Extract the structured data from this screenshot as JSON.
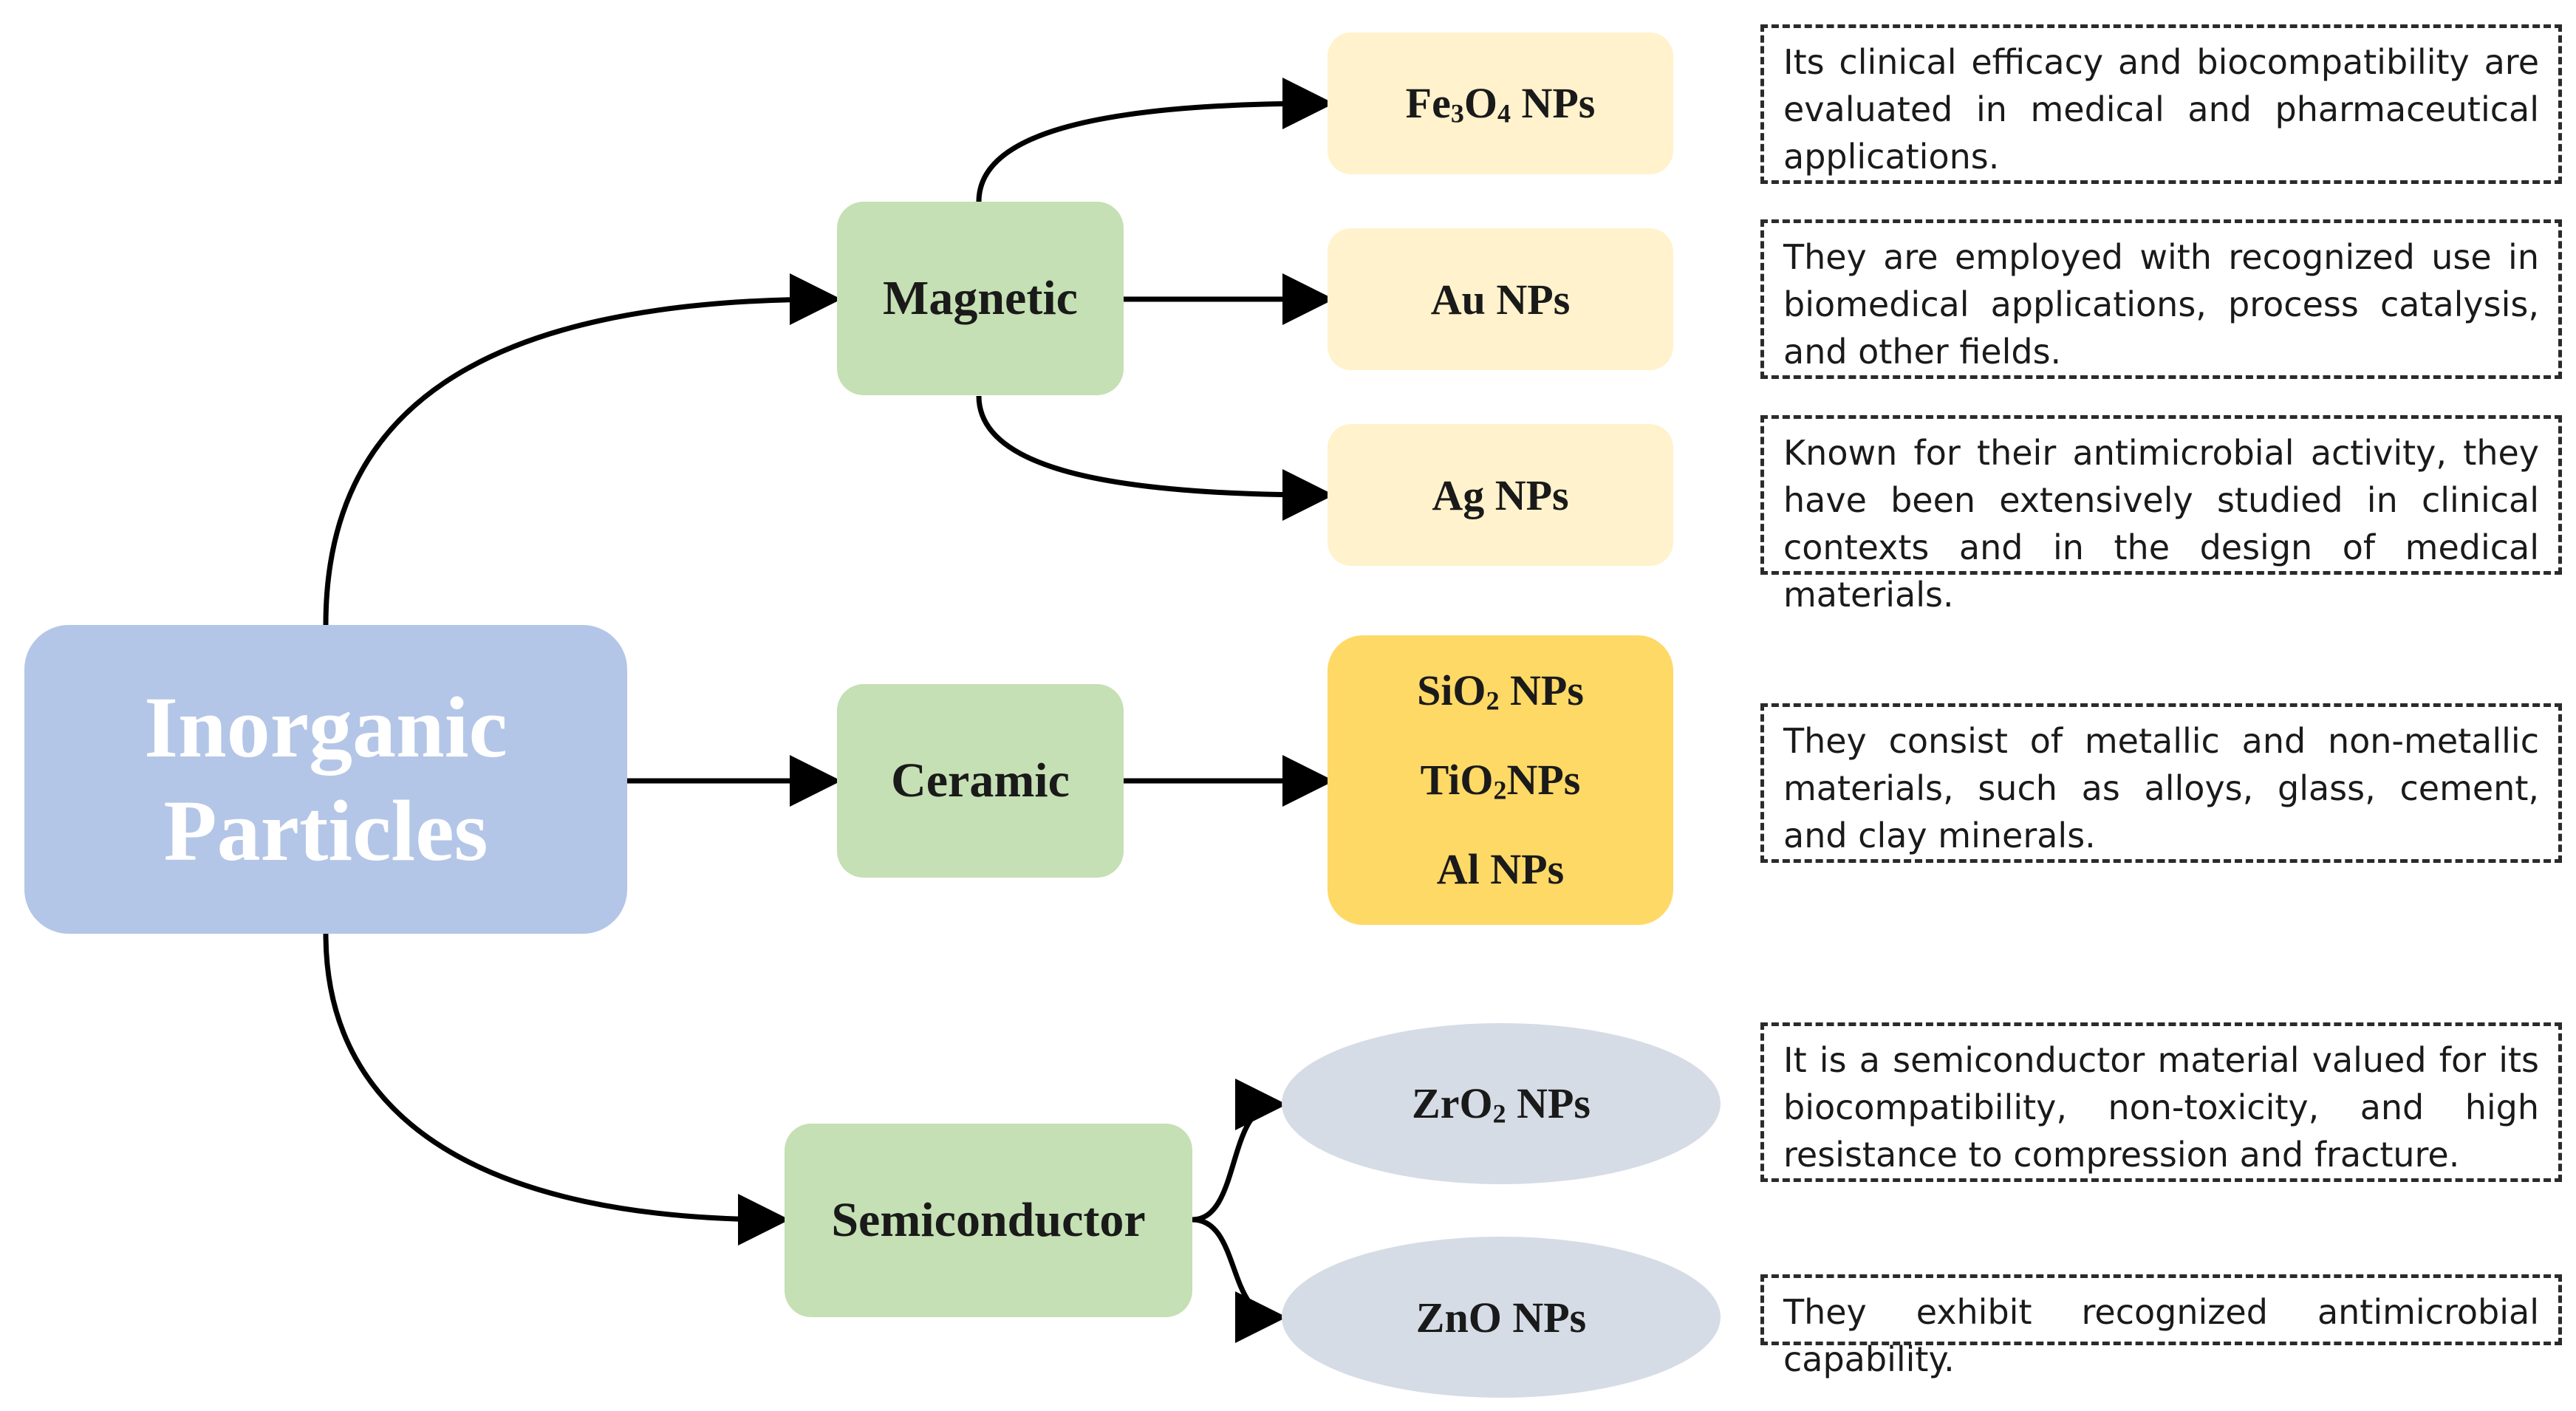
{
  "root": {
    "line1": "Inorganic",
    "line2": "Particles"
  },
  "categories": {
    "magnetic": "Magnetic",
    "ceramic": "Ceramic",
    "semiconductor": "Semiconductor"
  },
  "nanoparticles": {
    "fe3o4": {
      "base1": "Fe",
      "sub1": "3",
      "base2": "O",
      "sub2": "4",
      "suffix": " NPs"
    },
    "au": "Au NPs",
    "ag": "Ag NPs",
    "sio2": {
      "base": "SiO",
      "sub": "2",
      "suffix": " NPs"
    },
    "tio2": {
      "base": "TiO",
      "sub": "2",
      "suffix": "NPs"
    },
    "al": "Al NPs",
    "zro2": {
      "base": "ZrO",
      "sub": "2",
      "suffix": " NPs"
    },
    "zno": "ZnO NPs"
  },
  "notes": {
    "fe3o4": "Its clinical efficacy and biocompatibility are evaluated in medical and pharmaceutical applications.",
    "au": "They are employed with recognized use in biomedical applications, process catalysis, and other fields.",
    "ag": "Known for their antimicrobial activity, they have been extensively studied in clinical contexts and in the design of medical materials.",
    "ceramic": "They consist of metallic and non-metallic materials, such as alloys, glass, cement, and clay minerals.",
    "zro2": "It is a semiconductor material valued for its biocompatibility, non-toxicity, and high resistance to compression and fracture.",
    "zno": "They exhibit recognized antimicrobial capability."
  },
  "colors": {
    "root": "#b4c6e7",
    "category": "#c5e0b4",
    "np_light": "#fff2cc",
    "np_strong": "#ffd966",
    "np_oval": "#d6dce5"
  }
}
